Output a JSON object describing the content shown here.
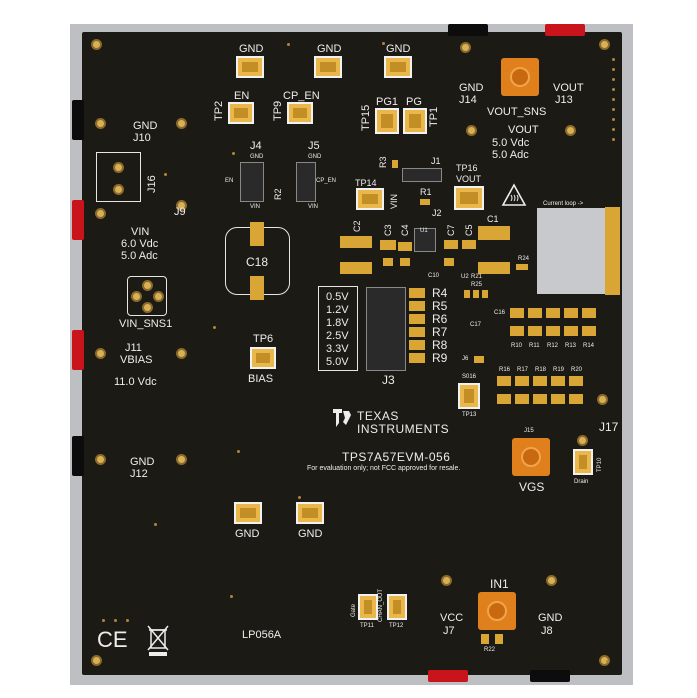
{
  "board": {
    "title": "TPS7A57EVM-056",
    "disclaimer": "For evaluation only; not FCC approved for resale.",
    "part_number": "LP056A",
    "logo_text_1": "Texas",
    "logo_text_2": "Instruments",
    "ce_mark": "CE"
  },
  "connectors": {
    "j10": {
      "net": "GND",
      "ref": "J10"
    },
    "j16": "J16",
    "j9": "J9",
    "vin": {
      "name": "VIN",
      "voltage": "6.0 Vdc",
      "current": "5.0 Adc"
    },
    "vin_sns": "VIN_SNS1",
    "j11": {
      "ref": "J11",
      "name": "VBIAS",
      "voltage": "11.0 Vdc"
    },
    "j12": {
      "net": "GND",
      "ref": "J12"
    },
    "j14": {
      "net": "GND",
      "ref": "J14"
    },
    "j13": {
      "net": "VOUT",
      "ref": "J13"
    },
    "vout_sns": "VOUT_SNS",
    "vout": {
      "name": "VOUT",
      "voltage": "5.0 Vdc",
      "current": "5.0 Adc"
    },
    "j15": "J15",
    "vgs": "VGS",
    "j17": "J17",
    "drain": "Drain",
    "in1": "IN1",
    "j7": {
      "net": "VCC",
      "ref": "J7"
    },
    "j8": {
      "net": "GND",
      "ref": "J8"
    },
    "r22": "R22",
    "gate": "Gate",
    "chan_out": "CHAN_OUT",
    "tp11": "TP11",
    "tp12": "TP12"
  },
  "testpoints": {
    "gnd": "GND",
    "tp2": {
      "ref": "TP2",
      "net": "EN"
    },
    "tp9": {
      "ref": "TP9",
      "net": "CP_EN"
    },
    "tp15": {
      "ref": "TP15",
      "net": "PG1"
    },
    "tp1": {
      "ref": "TP1",
      "net": "PG"
    },
    "tp14": "TP14",
    "tp16": {
      "ref": "TP16",
      "net": "VOUT"
    },
    "tp6": {
      "ref": "TP6",
      "net": "BIAS"
    },
    "tp13": "TP13",
    "s016": "S016",
    "tp10": "TP10"
  },
  "jumpers": {
    "j4": {
      "ref": "J4",
      "top": "GND",
      "pin": "EN",
      "bottom": "VIN"
    },
    "j5": {
      "ref": "J5",
      "top": "GND",
      "pin": "CP_EN",
      "bottom": "VIN"
    },
    "j1": "J1",
    "j2": "J2",
    "j3": "J3",
    "j6": "J6"
  },
  "components": {
    "c1": "C1",
    "c2": "C2",
    "c3": "C3",
    "c4": "C4",
    "c5": "C5",
    "c7": "C7",
    "c10": "C10",
    "c16": "C16",
    "c17": "C17",
    "c18": "C18",
    "r1": "R1",
    "r2": "R2",
    "r3": "R3",
    "r4": "R4",
    "r5": "R5",
    "r6": "R6",
    "r7": "R7",
    "r8": "R8",
    "r9": "R9",
    "r21": "R21",
    "r24": "R24",
    "r25": "R25",
    "u1": "U1",
    "u2": "U2",
    "vin_label": "VIN",
    "current_loop": "Current loop ->",
    "bottom_resistors": [
      "R10",
      "R11",
      "R12",
      "R13",
      "R14"
    ],
    "mid_resistors": [
      "R16",
      "R17",
      "R18",
      "R19",
      "R20"
    ]
  },
  "voltage_select": [
    "0.5V",
    "1.2V",
    "1.8V",
    "2.5V",
    "3.3V",
    "5.0V"
  ],
  "colors": {
    "board": "#1c1a14",
    "silkscreen": "#ededed",
    "copper": "#d9a534",
    "banana_red": "#c8141a",
    "banana_black": "#0c0c0c",
    "binding_post": "#e0801c"
  }
}
